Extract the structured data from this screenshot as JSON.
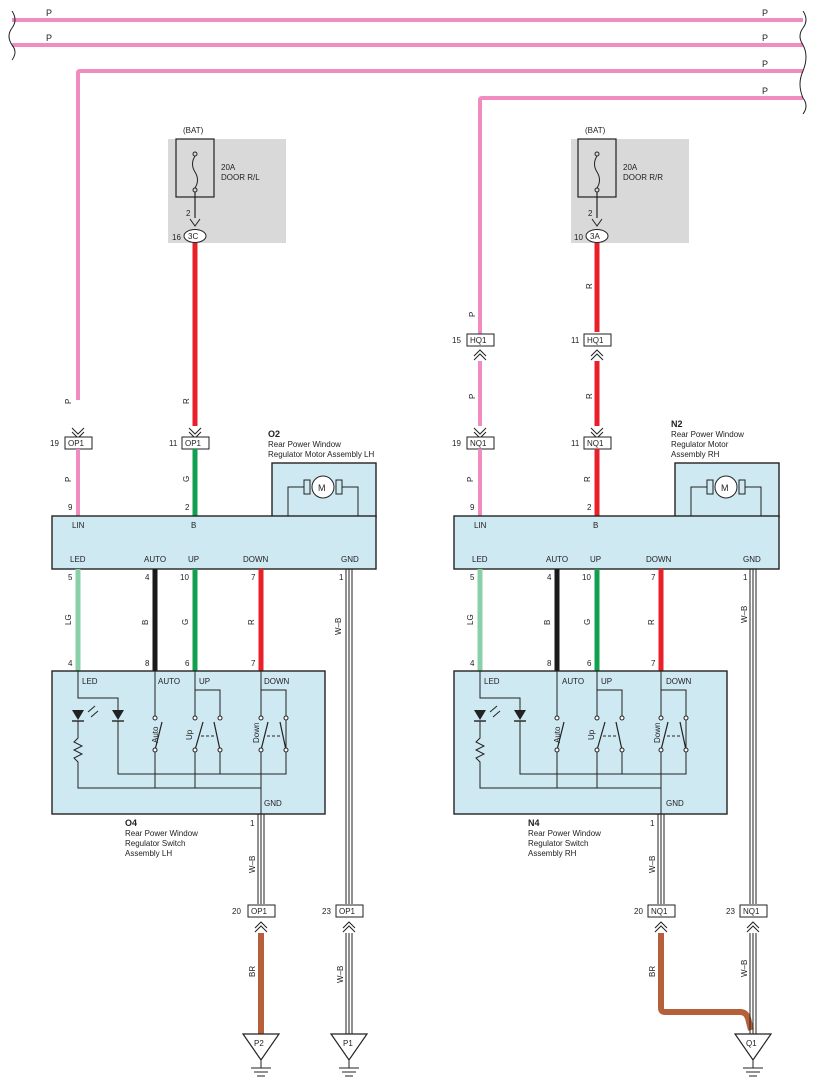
{
  "colors": {
    "P": "#f08cc0",
    "R": "#e8202a",
    "G": "#10a050",
    "LG": "#88d0a8",
    "B": "#1a1a1a",
    "BR": "#b5603a",
    "WB": "#222222",
    "box_fill": "#cfe9f3",
    "fuse_box_fill": "#d9d9d9"
  },
  "top_lines": {
    "label": "P"
  },
  "fuses": {
    "left": {
      "source": "(BAT)",
      "rating": "20A",
      "name": "DOOR R/L",
      "pin_top": "2",
      "pin_conn": "16",
      "conn": "3C"
    },
    "right": {
      "source": "(BAT)",
      "rating": "20A",
      "name": "DOOR R/R",
      "pin_top": "2",
      "pin_conn": "10",
      "conn": "3A"
    }
  },
  "connectors": {
    "op1_a": {
      "pin": "19",
      "name": "OP1"
    },
    "op1_b": {
      "pin": "11",
      "name": "OP1"
    },
    "op1_c": {
      "pin": "20",
      "name": "OP1"
    },
    "op1_d": {
      "pin": "23",
      "name": "OP1"
    },
    "hq1_a": {
      "pin": "15",
      "name": "HQ1"
    },
    "hq1_b": {
      "pin": "11",
      "name": "HQ1"
    },
    "nq1_a": {
      "pin": "19",
      "name": "NQ1"
    },
    "nq1_b": {
      "pin": "11",
      "name": "NQ1"
    },
    "nq1_c": {
      "pin": "20",
      "name": "NQ1"
    },
    "nq1_d": {
      "pin": "23",
      "name": "NQ1"
    }
  },
  "motor_lh": {
    "code": "O2",
    "name": [
      "Rear Power Window",
      "Regulator Motor Assembly LH"
    ],
    "symbol": "M"
  },
  "motor_rh": {
    "code": "N2",
    "name": [
      "Rear Power Window",
      "Regulator Motor",
      "Assembly RH"
    ],
    "symbol": "M"
  },
  "motor_pins": {
    "lin": "LIN",
    "b": "B",
    "led": "LED",
    "auto": "AUTO",
    "up": "UP",
    "down": "DOWN",
    "gnd": "GND"
  },
  "switch_lh": {
    "code": "O4",
    "name": [
      "Rear Power Window",
      "Regulator Switch",
      "Assembly LH"
    ]
  },
  "switch_rh": {
    "code": "N4",
    "name": [
      "Rear Power Window",
      "Regulator Switch",
      "Assembly RH"
    ]
  },
  "switch_pins": {
    "led": "LED",
    "auto": "AUTO",
    "up": "UP",
    "down": "DOWN",
    "gnd": "GND"
  },
  "switch_labels": {
    "auto": "Auto",
    "up": "Up",
    "down": "Down"
  },
  "wire_labels": {
    "p": "P",
    "r": "R",
    "g": "G",
    "lg": "LG",
    "b": "B",
    "wb": "W–B",
    "br": "BR"
  },
  "pins": {
    "m_lin": "9",
    "m_b": "2",
    "m_led": "5",
    "m_auto": "4",
    "m_up": "10",
    "m_down": "7",
    "m_gnd": "1",
    "s_led": "4",
    "s_auto": "8",
    "s_up": "6",
    "s_down": "7",
    "s_gnd": "1"
  },
  "grounds": {
    "p2": "P2",
    "p1": "P1",
    "q1": "Q1"
  }
}
